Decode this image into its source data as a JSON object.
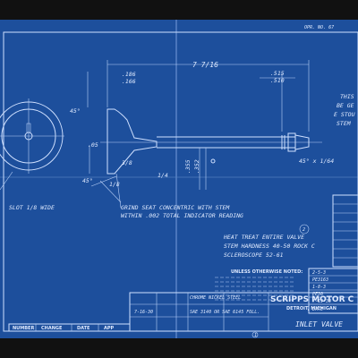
{
  "header_text": "OPR. NO. 67",
  "dimensions": {
    "overall_length": "7 7/16",
    "head_top": ".186",
    "head_bottom": ".166",
    "neck_top": ".515",
    "neck_bottom": ".510",
    "stem_dia_1": ".355",
    "stem_dia_2": ".352",
    "seat_angle": "45°",
    "small_dim": ".05",
    "radius_1": "3/8",
    "radius_2": "1/8",
    "radius_3": "1/4",
    "tip_angle": "45° x 1/64",
    "lower_angle": "45°",
    "slot_note": "SLOT 1/8 WIDE"
  },
  "notes": {
    "side_note_1": "THIS",
    "side_note_2": "BE GE",
    "side_note_3": "E STOU",
    "side_note_4": "STEM",
    "grind_1": "GRIND SEAT CONCENTRIC WITH STEM",
    "grind_2": "WITHIN .002 TOTAL INDICATOR READING",
    "note_number": "2",
    "heat_1": "HEAT TREAT ENTIRE VALVE",
    "heat_2": "STEM HARDNESS 40-50 ROCK C",
    "heat_3": "SCLEROSCOPE 52-61",
    "unless_title": "UNLESS OTHERWISE NOTED:"
  },
  "revision": {
    "r1": "2-5-3",
    "r2": "PE3163",
    "r3": "1-8-3",
    "r4": "PE30",
    "r5": "7-19-30",
    "r6": "DATE"
  },
  "title_block": {
    "material": "CHROME NICKEL STEEL",
    "spec": "SAE 3140 OR SAE 6145 FOLL.",
    "date": "7-16-30",
    "company": "SCRIPPS MOTOR C",
    "city": "DETROIT, MICHIGAN",
    "title": "INLET VALVE",
    "col_number": "NUMBER",
    "col_change": "CHANGE",
    "col_date": "DATE",
    "col_app": "APP",
    "footer_1": "1"
  },
  "colors": {
    "background": "#1d4f9c",
    "line": "#cfe0ff"
  }
}
